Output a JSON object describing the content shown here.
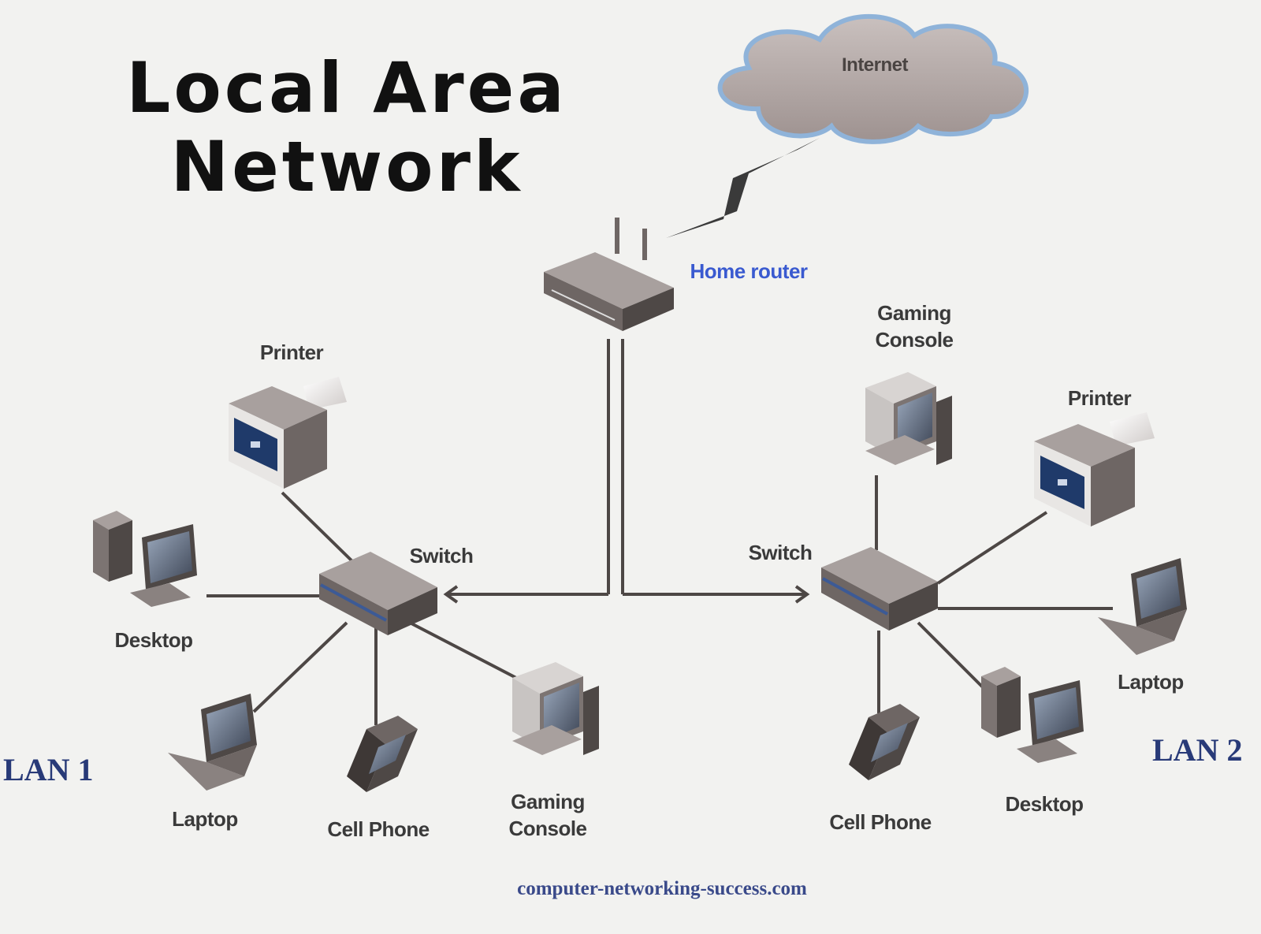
{
  "title": {
    "line1": "Local Area",
    "line2": "Network"
  },
  "internet": {
    "label": "Internet"
  },
  "router": {
    "label": "Home router"
  },
  "lan1": {
    "name": "LAN 1",
    "switch": "Switch",
    "printer": "Printer",
    "desktop": "Desktop",
    "laptop": "Laptop",
    "cell_phone": "Cell Phone",
    "gaming_console": {
      "line1": "Gaming",
      "line2": "Console"
    }
  },
  "lan2": {
    "name": "LAN 2",
    "switch": "Switch",
    "gaming_console": {
      "line1": "Gaming",
      "line2": "Console"
    },
    "printer": "Printer",
    "laptop": "Laptop",
    "desktop": "Desktop",
    "cell_phone": "Cell Phone"
  },
  "footer": {
    "source": "computer-networking-success.com"
  },
  "colors": {
    "background": "#f2f2f0",
    "cloud": "#b3a8a6",
    "cloud_outline": "#8fb3d9",
    "link": "#4d4745",
    "device": "#6e6664",
    "switch_stripe": "#3c5a96",
    "lan_label": "#283a78",
    "router_label": "#3a5ad0"
  }
}
